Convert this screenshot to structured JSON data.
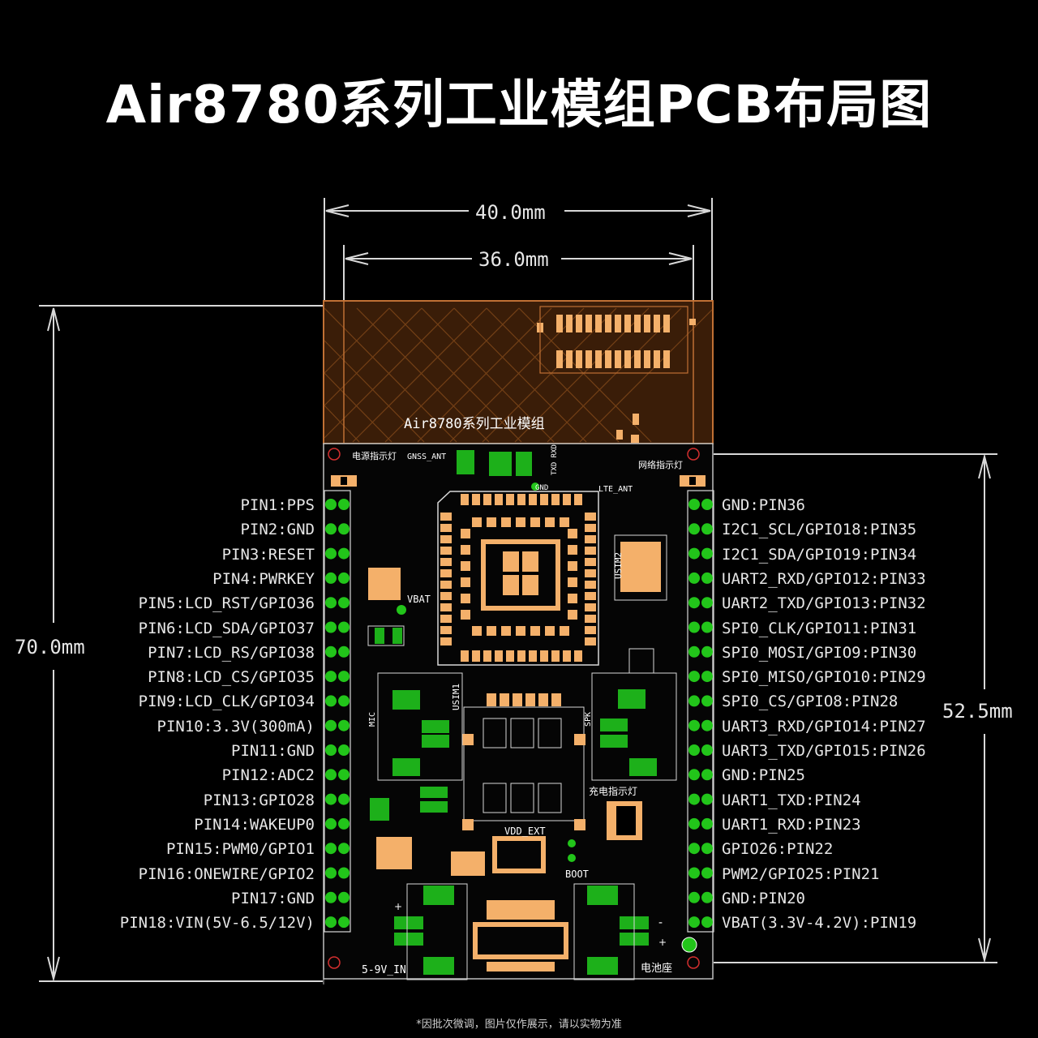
{
  "title": "Air8780系列工业模组PCB布局图",
  "dimensions": {
    "width_outer": "40.0mm",
    "width_inner": "36.0mm",
    "height_total": "70.0mm",
    "height_board": "52.5mm"
  },
  "module_label": "Air8780系列工业模组",
  "board_labels": {
    "power_led": "电源指示灯",
    "gnss_ant": "GNSS_ANT",
    "txd_rxd": "TXD RXD",
    "gnd": "GND",
    "lte_ant": "LTE_ANT",
    "net_led": "网络指示灯",
    "vbat": "VBAT",
    "usim1": "USIM1",
    "usim2": "USIM2",
    "mic": "MIC",
    "spk": "SPK",
    "charge_led": "充电指示灯",
    "vdd_ext": "VDD_EXT",
    "boot": "BOOT",
    "input": "5-9V_IN",
    "battery": "电池座",
    "plus": "+",
    "minus": "-"
  },
  "left_pins": [
    "PIN1:PPS",
    "PIN2:GND",
    "PIN3:RESET",
    "PIN4:PWRKEY",
    "PIN5:LCD_RST/GPIO36",
    "PIN6:LCD_SDA/GPIO37",
    "PIN7:LCD_RS/GPIO38",
    "PIN8:LCD_CS/GPIO35",
    "PIN9:LCD_CLK/GPIO34",
    "PIN10:3.3V(300mA)",
    "PIN11:GND",
    "PIN12:ADC2",
    "PIN13:GPIO28",
    "PIN14:WAKEUP0",
    "PIN15:PWM0/GPIO1",
    "PIN16:ONEWIRE/GPIO2",
    "PIN17:GND",
    "PIN18:VIN(5V-6.5/12V)"
  ],
  "right_pins": [
    "GND:PIN36",
    "I2C1_SCL/GPIO18:PIN35",
    "I2C1_SDA/GPIO19:PIN34",
    "UART2_RXD/GPIO12:PIN33",
    "UART2_TXD/GPIO13:PIN32",
    "SPI0_CLK/GPIO11:PIN31",
    "SPI0_MOSI/GPIO9:PIN30",
    "SPI0_MISO/GPIO10:PIN29",
    "SPI0_CS/GPIO8:PIN28",
    "UART3_RXD/GPIO14:PIN27",
    "UART3_TXD/GPIO15:PIN26",
    "GND:PIN25",
    "UART1_TXD:PIN24",
    "UART1_RXD:PIN23",
    "GPIO26:PIN22",
    "PWM2/GPIO25:PIN21",
    "GND:PIN20",
    "VBAT(3.3V-4.2V):PIN19"
  ],
  "footnote": "*因批次微调，图片仅作展示，请以实物为准",
  "colors": {
    "background": "#000000",
    "pad": "#f4b06a",
    "silkscreen": "#ffffff",
    "dimension": "#d8d8d8",
    "pin_green": "#22c51a",
    "module_fill": "#3a1d08",
    "component_green": "#1db01a"
  }
}
